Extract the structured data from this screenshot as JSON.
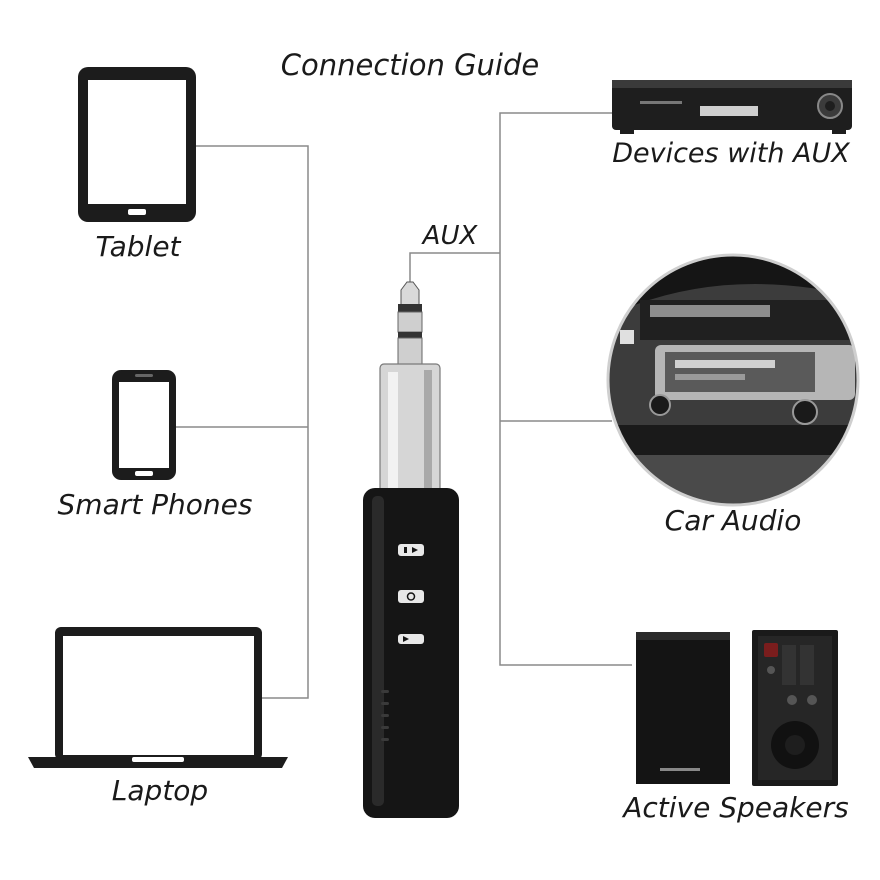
{
  "title": "Connection Guide",
  "aux_label": "AUX",
  "left_devices": [
    {
      "label": "Tablet",
      "icon": "tablet-icon"
    },
    {
      "label": "Smart Phones",
      "icon": "smartphone-icon"
    },
    {
      "label": "Laptop",
      "icon": "laptop-icon"
    }
  ],
  "right_devices": [
    {
      "label": "Devices with AUX",
      "icon": "aux-receiver-icon"
    },
    {
      "label": "Car Audio",
      "icon": "car-audio-icon"
    },
    {
      "label": "Active Speakers",
      "icon": "active-speakers-icon"
    }
  ],
  "colors": {
    "line": "#8a8a8a",
    "device": "#1c1c1c",
    "metal": "#cfcfcf",
    "text": "#1a1a1a"
  }
}
